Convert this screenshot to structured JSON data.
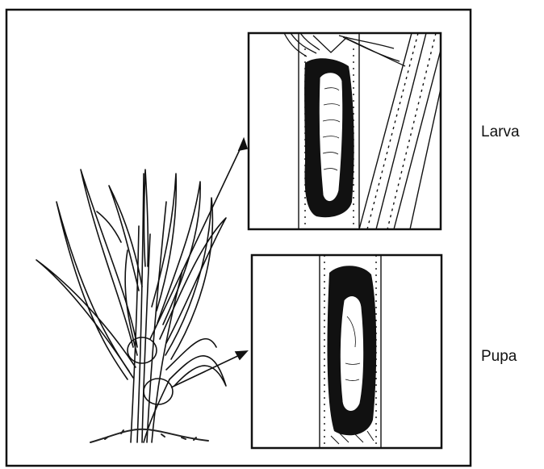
{
  "labels": {
    "larva": "Larva",
    "pupa": "Pupa"
  },
  "colors": {
    "ink": "#111111",
    "paper": "#ffffff",
    "soil": "#222222"
  },
  "icons": {
    "plant": "rice-plant-illustration",
    "larva_panel": "stem-cutaway-with-larva",
    "pupa_panel": "stem-cutaway-with-pupa"
  }
}
